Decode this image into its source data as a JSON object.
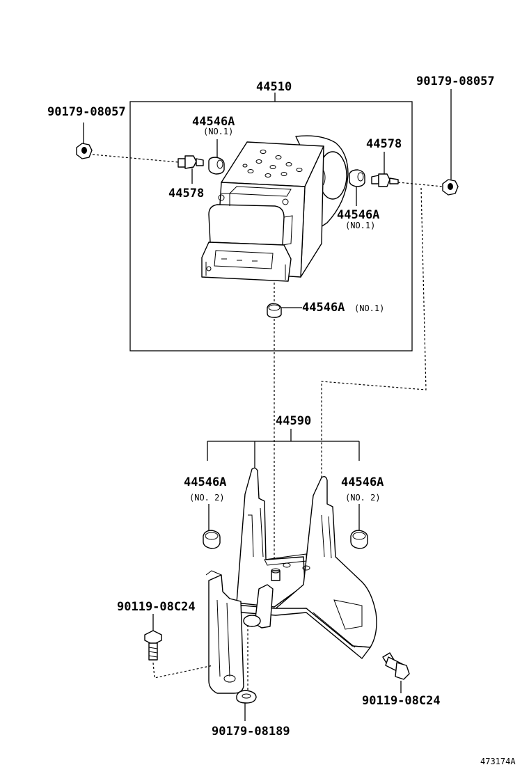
{
  "labels": {
    "l_44510": "44510",
    "l_90179_08057_left": "90179-08057",
    "l_90179_08057_right": "90179-08057",
    "l_44546A_top": "44546A",
    "l_44546A_top_sub": "(NO.1)",
    "l_44578_left": "44578",
    "l_44578_right": "44578",
    "l_44546A_right": "44546A",
    "l_44546A_right_sub": "(NO.1)",
    "l_44546A_bottom": "44546A",
    "l_44546A_bottom_sub": "(NO.1)",
    "l_44590": "44590",
    "l_44546A_no2_left": "44546A",
    "l_44546A_no2_left_sub": "(NO. 2)",
    "l_44546A_no2_right": "44546A",
    "l_44546A_no2_right_sub": "(NO. 2)",
    "l_90119_08C24_left": "90119-08C24",
    "l_90119_08C24_right": "90119-08C24",
    "l_90179_08189": "90179-08189",
    "diagram_code": "473174A"
  }
}
